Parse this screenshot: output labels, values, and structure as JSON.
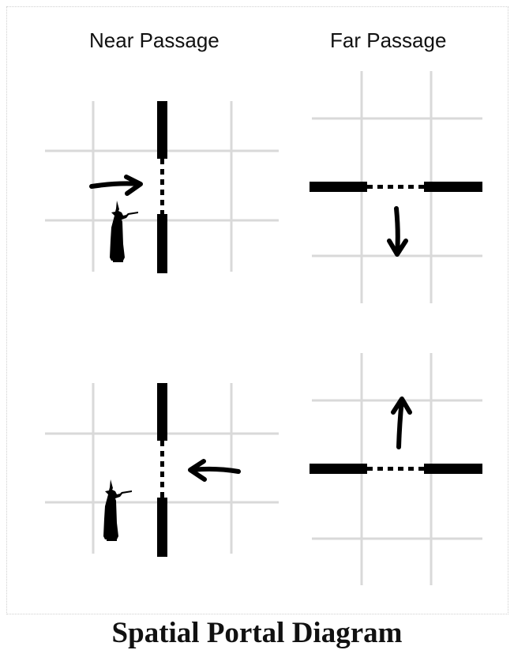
{
  "headings": {
    "near": "Near Passage",
    "far": "Far Passage"
  },
  "caption": "Spatial Portal Diagram",
  "colors": {
    "grid": "#d9d9d9",
    "ink": "#000000",
    "frame": "#cfcfcf"
  },
  "panels": {
    "near_top": {
      "portal": "vertical",
      "arrow": "right",
      "figure": "wizard-with-wand"
    },
    "far_top": {
      "portal": "horizontal",
      "arrow": "down",
      "figure": "none"
    },
    "near_bottom": {
      "portal": "vertical",
      "arrow": "left",
      "figure": "wizard-with-wand"
    },
    "far_bottom": {
      "portal": "horizontal",
      "arrow": "up",
      "figure": "none"
    }
  }
}
